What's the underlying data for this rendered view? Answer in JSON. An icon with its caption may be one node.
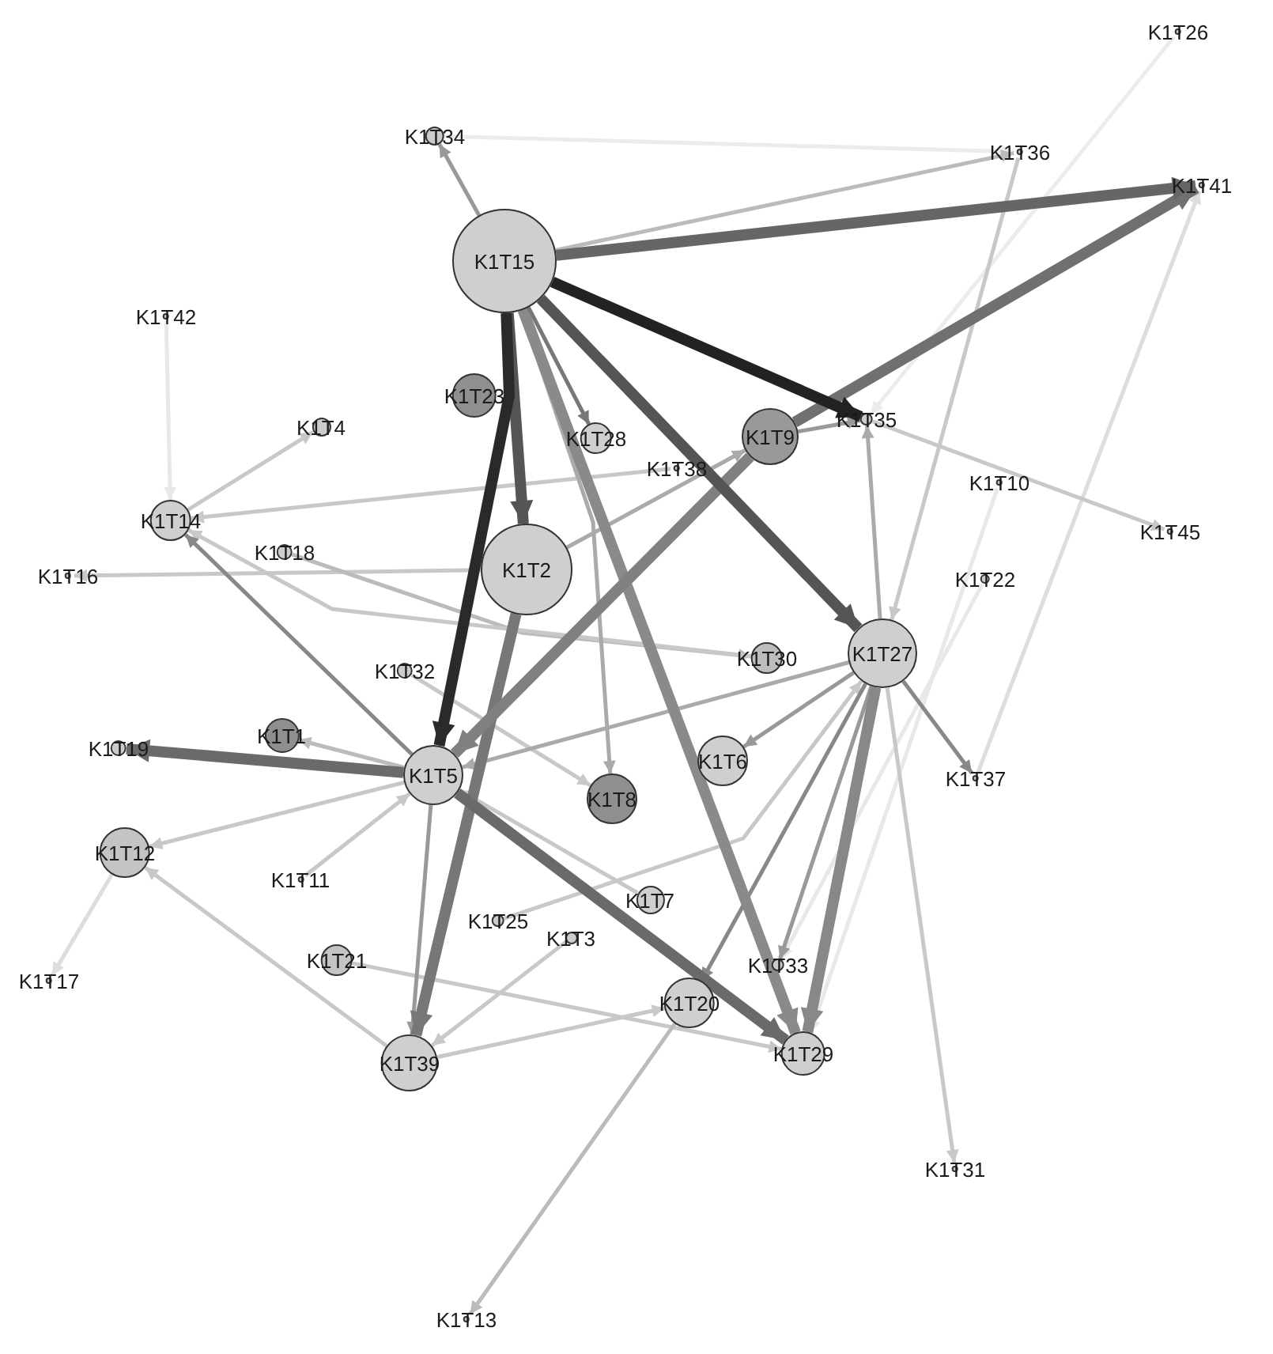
{
  "diagram": {
    "nodes": [
      {
        "text": [
          "K1T26"
        ]
      },
      {
        "text": [
          "K1T34"
        ]
      },
      {
        "text": [
          "K1T36"
        ]
      },
      {
        "text": [
          "K1T41"
        ]
      },
      {
        "text": [
          "K1T15"
        ]
      },
      {
        "text": [
          "K1T42"
        ]
      },
      {
        "text": [
          "K1T23"
        ]
      },
      {
        "text": [
          "K1T4"
        ]
      },
      {
        "text": [
          "K1T28"
        ]
      },
      {
        "text": [
          "K1T9"
        ]
      },
      {
        "text": [
          "K1T35"
        ]
      },
      {
        "text": [
          "K1T38"
        ]
      },
      {
        "text": [
          "K1T10"
        ]
      },
      {
        "text": [
          "K1T14"
        ]
      },
      {
        "text": [
          "K1T45"
        ]
      },
      {
        "text": [
          "K1T18"
        ]
      },
      {
        "text": [
          "K1T2"
        ]
      },
      {
        "text": [
          "K1T16"
        ]
      },
      {
        "text": [
          "K1T22"
        ]
      },
      {
        "text": [
          "K1T27"
        ]
      },
      {
        "text": [
          "K1T30"
        ]
      },
      {
        "text": [
          "K1T32"
        ]
      },
      {
        "text": [
          "K1T1"
        ]
      },
      {
        "text": [
          "K1T19"
        ]
      },
      {
        "text": [
          "K1T6"
        ]
      },
      {
        "text": [
          "K1T5"
        ]
      },
      {
        "text": [
          "K1T37"
        ]
      },
      {
        "text": [
          "K1T8"
        ]
      },
      {
        "text": [
          "K1T12"
        ]
      },
      {
        "text": [
          "K1T11"
        ]
      },
      {
        "text": [
          "K1T7"
        ]
      },
      {
        "text": [
          "K1T25"
        ]
      },
      {
        "text": [
          "K1T3"
        ]
      },
      {
        "text": [
          "K1T21"
        ]
      },
      {
        "text": [
          "K1T33"
        ]
      },
      {
        "text": [
          "K1T20"
        ]
      },
      {
        "text": [
          "K1T39"
        ]
      },
      {
        "text": [
          "K1T29"
        ]
      },
      {
        "text": [
          "K1T17"
        ]
      },
      {
        "text": [
          "K1T31"
        ]
      },
      {
        "text": [
          "K1T13"
        ]
      }
    ],
    "edges": [
      {
        "from": 0,
        "to": 10,
        "arrow": "to",
        "color": "#ececec"
      },
      {
        "from": 1,
        "to": 2,
        "arrow": "to",
        "color": "#ececec"
      },
      {
        "from": 5,
        "to": 13,
        "arrow": "to",
        "color": "#e8e8e8"
      },
      {
        "from": 12,
        "to": 37,
        "arrow": "to",
        "color": "#e8e8e8"
      },
      {
        "from": 18,
        "to": 34,
        "arrow": "to",
        "color": "#e8e8e8"
      },
      {
        "from": 26,
        "to": 3,
        "arrow": "to",
        "color": "#dddddd"
      },
      {
        "from": 28,
        "to": 38,
        "arrow": "to",
        "color": "#dddddd"
      },
      {
        "from": 4,
        "to": 2,
        "arrow": "to",
        "color": "#bbbbbb"
      },
      {
        "from": 2,
        "to": 19,
        "arrow": "to"
      },
      {
        "from": 10,
        "to": 14,
        "arrow": "to"
      },
      {
        "from": 19,
        "to": 39,
        "arrow": "to"
      },
      {
        "from": 16,
        "to": 17,
        "arrow": "to"
      },
      {
        "from": 13,
        "to": 7,
        "arrow": "to"
      },
      {
        "from": 15,
        "to": 20,
        "arrow": "to",
        "color": "#bbbbbb"
      },
      {
        "from": 20,
        "to": 13,
        "arrow": "to"
      },
      {
        "from": 11,
        "to": 13,
        "arrow": "to"
      },
      {
        "from": 21,
        "to": 27,
        "arrow": "to"
      },
      {
        "from": 29,
        "to": 25,
        "arrow": "to"
      },
      {
        "from": 30,
        "to": 25,
        "arrow": "to"
      },
      {
        "from": 31,
        "to": 19,
        "arrow": "to"
      },
      {
        "from": 32,
        "to": 36,
        "arrow": "to"
      },
      {
        "from": 33,
        "to": 37,
        "arrow": "to"
      },
      {
        "from": 25,
        "to": 28,
        "arrow": "to"
      },
      {
        "from": 36,
        "to": 28,
        "arrow": "to"
      },
      {
        "from": 36,
        "to": 35,
        "arrow": "to"
      },
      {
        "from": 35,
        "to": 40,
        "arrow": "to",
        "color": "#bbbbbb"
      },
      {
        "from": 25,
        "to": 22,
        "arrow": "to",
        "color": "#bbbbbb"
      },
      {
        "from": 19,
        "to": 10,
        "arrow": "to",
        "color": "#aaaaaa"
      },
      {
        "from": 9,
        "to": 10,
        "arrow": "to",
        "color": "#999999"
      },
      {
        "from": 16,
        "to": 9,
        "arrow": "to",
        "color": "#aaaaaa"
      },
      {
        "from": 19,
        "to": 25,
        "arrow": "to",
        "color": "#aaaaaa"
      },
      {
        "from": 4,
        "to": 27,
        "arrow": "to",
        "color": "#aaaaaa"
      },
      {
        "from": 4,
        "to": 1,
        "arrow": "to",
        "color": "#999999"
      },
      {
        "from": 19,
        "to": 34,
        "arrow": "to",
        "color": "#999999"
      },
      {
        "from": 25,
        "to": 36,
        "arrow": "to",
        "color": "#999999"
      },
      {
        "from": 19,
        "to": 24,
        "arrow": "to",
        "color": "#999999"
      },
      {
        "from": 19,
        "to": 26,
        "arrow": "to",
        "color": "#888888"
      },
      {
        "from": 25,
        "to": 13,
        "arrow": "to",
        "color": "#888888"
      },
      {
        "from": 19,
        "to": 35,
        "arrow": "to",
        "color": "#888888"
      },
      {
        "from": 19,
        "to": 37,
        "arrow": "to",
        "color": "#888888",
        "style": "thick"
      },
      {
        "from": 4,
        "to": 37,
        "arrow": "to",
        "color": "#8a8a8a",
        "style": "thick"
      },
      {
        "from": 4,
        "to": 8,
        "arrow": "to",
        "color": "#777777"
      },
      {
        "from": 16,
        "to": 36,
        "arrow": "to",
        "color": "#777777",
        "style": "thick"
      },
      {
        "from": 9,
        "to": 25,
        "arrow": "to",
        "color": "#808080",
        "style": "thick"
      },
      {
        "from": 25,
        "to": 23,
        "arrow": "to",
        "color": "#6a6a6a",
        "style": "thick"
      },
      {
        "from": 25,
        "to": 37,
        "arrow": "to",
        "color": "#6a6a6a",
        "style": "thick"
      },
      {
        "from": 9,
        "to": 3,
        "arrow": "to",
        "color": "#707070",
        "style": "thick"
      },
      {
        "from": 4,
        "to": 3,
        "arrow": "to",
        "color": "#666666",
        "style": "thick"
      },
      {
        "from": 4,
        "to": 19,
        "arrow": "to",
        "color": "#555555",
        "style": "thick"
      },
      {
        "from": 4,
        "to": 16,
        "arrow": "to",
        "color": "#555555",
        "style": "thick"
      },
      {
        "from": 4,
        "to": 25,
        "arrow": "to",
        "color": "#2a2a2a",
        "style": "thick"
      },
      {
        "from": 4,
        "to": 10,
        "arrow": "to",
        "color": "#222222",
        "style": "thick"
      }
    ]
  }
}
